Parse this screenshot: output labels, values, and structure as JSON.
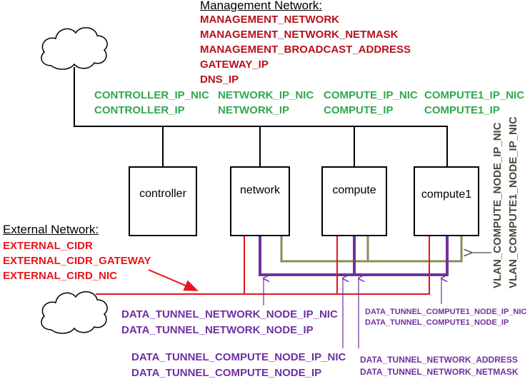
{
  "management": {
    "heading": "Management Network:",
    "lines": [
      "MANAGEMENT_NETWORK",
      "MANAGEMENT_NETWORK_NETMASK",
      "MANAGEMENT_BROADCAST_ADDRESS",
      "GATEWAY_IP",
      "DNS_IP"
    ]
  },
  "nodes": [
    {
      "label": "controller",
      "nic": "CONTROLLER_IP_NIC",
      "ip": "CONTROLLER_IP"
    },
    {
      "label": "network",
      "nic": "NETWORK_IP_NIC",
      "ip": "NETWORK_IP"
    },
    {
      "label": "compute",
      "nic": "COMPUTE_IP_NIC",
      "ip": "COMPUTE_IP"
    },
    {
      "label": "compute1",
      "nic": "COMPUTE1_IP_NIC",
      "ip": "COMPUTE1_IP"
    }
  ],
  "external": {
    "heading": "External Network:",
    "lines": [
      "EXTERNAL_CIDR",
      "EXTERNAL_CIDR_GATEWAY",
      "EXTERNAL_CIRD_NIC"
    ]
  },
  "vlan": [
    "VLAN_COMPUTE_NODE_IP_NIC",
    "VLAN_COMPUTE1_NODE_IP_NIC"
  ],
  "data_tunnel": {
    "network_node": [
      "DATA_TUNNEL_NETWORK_NODE_IP_NIC",
      "DATA_TUNNEL_NETWORK_NODE_IP"
    ],
    "compute_node": [
      "DATA_TUNNEL_COMPUTE_NODE_IP_NIC",
      "DATA_TUNNEL_COMPUTE_NODE_IP"
    ],
    "compute1_node": [
      "DATA_TUNNEL_COMPUTE1_NODE_IP_NIC",
      "DATA_TUNNEL_COMPUTE1_NODE_IP"
    ],
    "network": [
      "DATA_TUNNEL_NETWORK_ADDRESS",
      "DATA_TUNNEL_NETWORK_NETMASK"
    ]
  },
  "colors": {
    "management_text": "#b5121b",
    "ip_text": "#2fa84f",
    "external": "#e8141c",
    "tunnel": "#7030a0",
    "vlan": "#8b8b5a",
    "lines": "#000000"
  }
}
